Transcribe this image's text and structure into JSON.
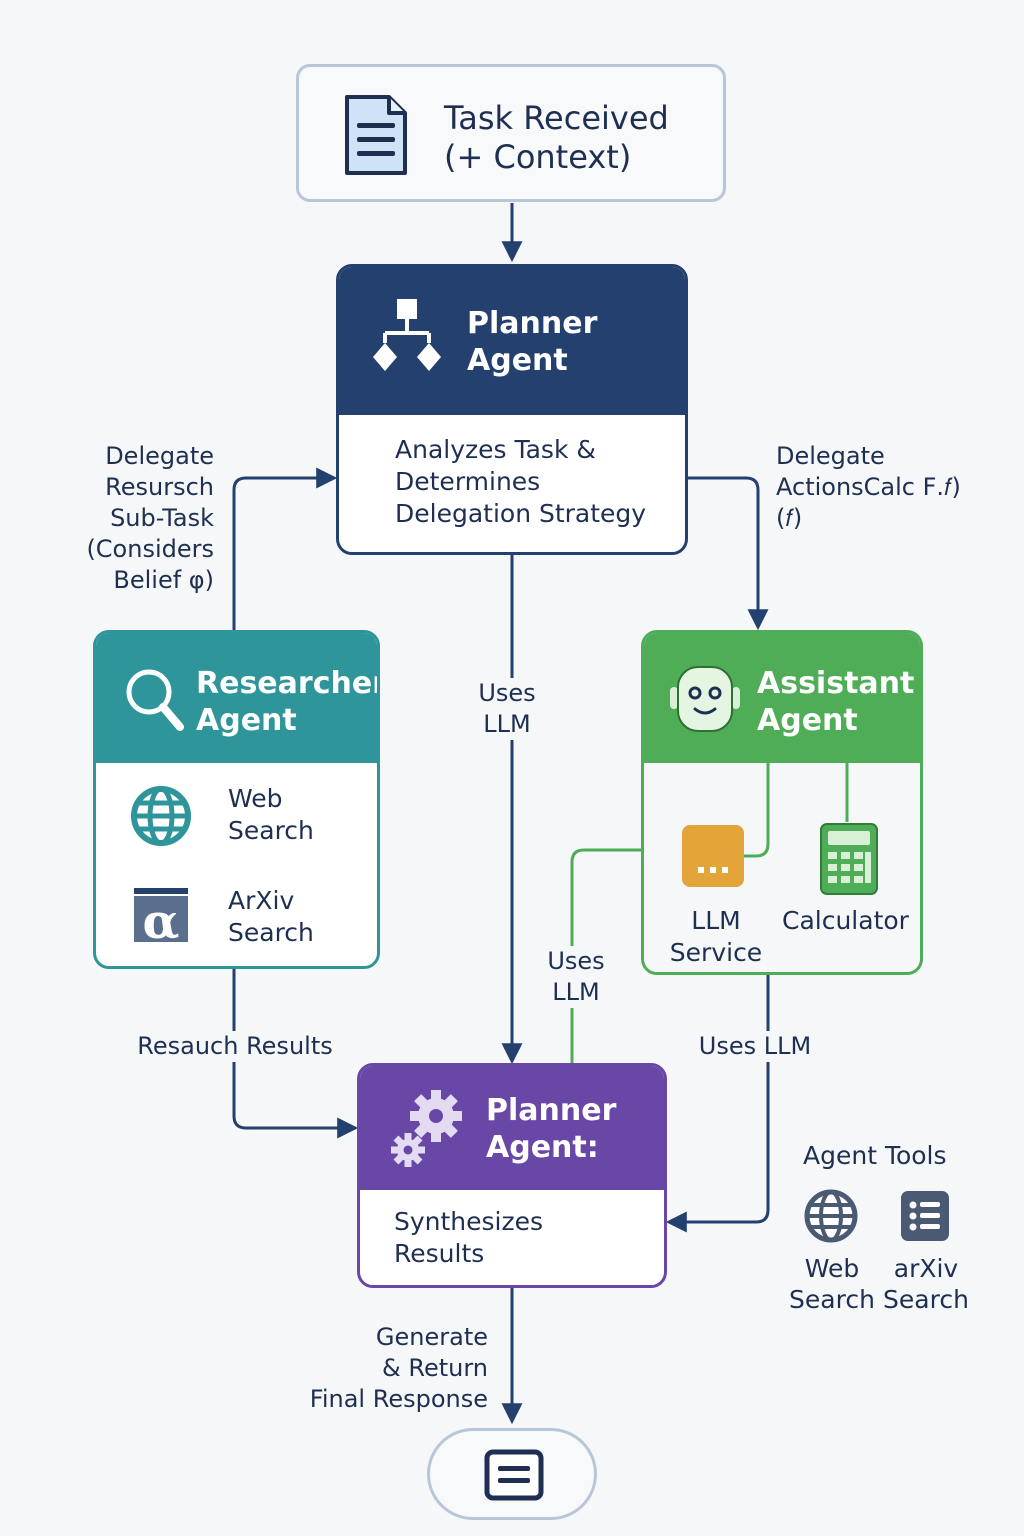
{
  "colors": {
    "navy": "#24406f",
    "teal": "#2e959b",
    "green": "#4fad58",
    "purple": "#6847a6",
    "wire": "#24406f",
    "amber": "#e3a43a"
  },
  "task": {
    "text": "Task Received\n(+ Context)"
  },
  "planner": {
    "title": "Planner\nAgent",
    "body": "Analyzes Task &\nDetermines\nDelegation Strategy"
  },
  "researcher": {
    "title": "Researcher\nAgent",
    "tools": [
      "Web\nSearch",
      "ArXiv\nSearch"
    ]
  },
  "assistant": {
    "title": "Assistant\nAgent",
    "tools": [
      "LLM\nService",
      "Calculator"
    ]
  },
  "synth": {
    "title": "Planner\nAgent:",
    "body": "Synthesizes\nResults"
  },
  "labels": {
    "delegate_research": "Delegate\nResursch\nSub-Task\n(Considers\nBelief φ)",
    "delegate_actions": "Delegate\nActionsCalc Ϝ.𝑓)\n(𝑓)",
    "uses_llm_center": "Uses\nLLM",
    "uses_llm_green": "Uses\nLLM",
    "uses_llm_right": "Uses LLM",
    "research_results": "Resauch Results",
    "generate": "Generate\n& Return\nFinal Response"
  },
  "agent_tools": {
    "title": "Agent Tools",
    "items": [
      "Web\nSearch",
      "arXiv\nSearch"
    ]
  },
  "icons": {
    "task": "document-icon",
    "planner": "hierarchy-icon",
    "researcher": "magnifier-icon",
    "web": "globe-icon",
    "arxiv": "arxiv-icon",
    "assistant": "robot-icon",
    "llm": "chip-icon",
    "calculator": "calculator-icon",
    "synth": "gears-icon",
    "list": "list-icon",
    "final": "document-icon"
  }
}
